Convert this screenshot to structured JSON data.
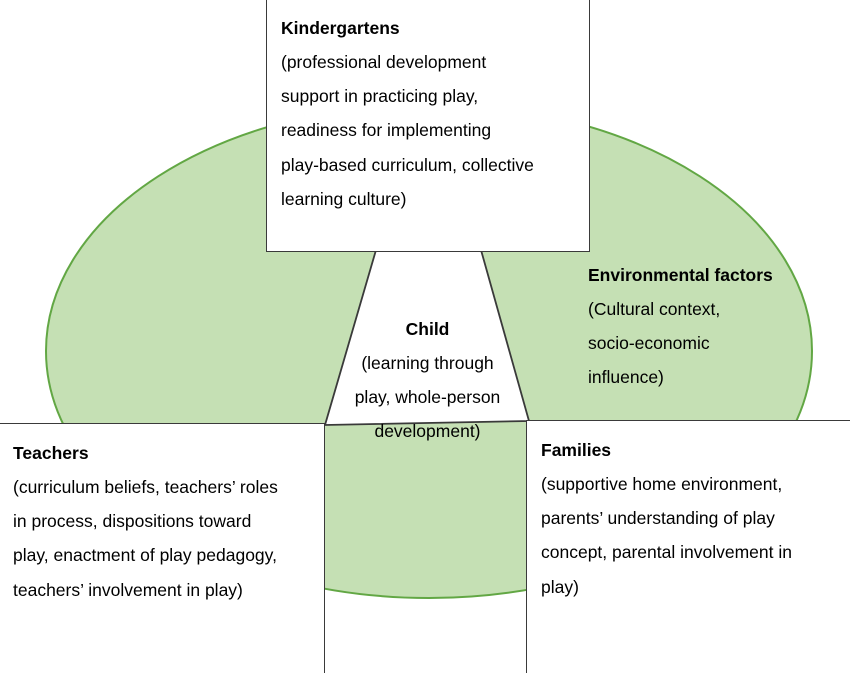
{
  "diagram": {
    "type": "venn-triad-conceptual-framework",
    "colors": {
      "circle_fill": "#c5e0b4",
      "circle_stroke": "#62a744",
      "box_border": "#3a3a3a",
      "box_fill": "#ffffff",
      "text": "#000000"
    },
    "nodes": [
      {
        "id": "kindergartens",
        "title": "Kindergartens",
        "lines": [
          "(professional development",
          "support in practicing play,",
          "readiness for implementing",
          "play-based curriculum, collective",
          "learning culture)"
        ]
      },
      {
        "id": "environmental-factors",
        "title": "Environmental factors",
        "lines": [
          "(Cultural context,",
          "socio-economic",
          "influence)"
        ]
      },
      {
        "id": "child",
        "title": "Child",
        "lines": [
          "(learning through",
          "play, whole-person",
          "development)"
        ]
      },
      {
        "id": "teachers",
        "title": "Teachers",
        "lines": [
          "(curriculum beliefs, teachers’ roles",
          "in process, dispositions toward",
          "play, enactment of play pedagogy,",
          "teachers’ involvement in play)"
        ]
      },
      {
        "id": "families",
        "title": "Families",
        "lines": [
          "(supportive home environment,",
          "parents’ understanding of play",
          "concept, parental involvement in",
          "play)"
        ]
      }
    ]
  }
}
